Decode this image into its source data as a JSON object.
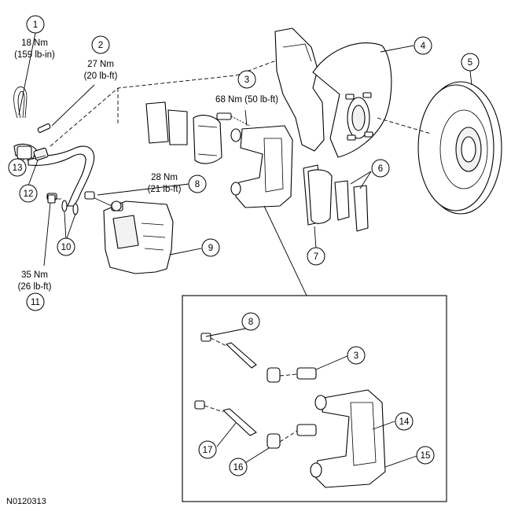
{
  "figure_id": "N0120313",
  "callouts": [
    {
      "key": "c1",
      "number": "1"
    },
    {
      "key": "c2",
      "number": "2"
    },
    {
      "key": "c3a",
      "number": "3"
    },
    {
      "key": "c3b",
      "number": "3"
    },
    {
      "key": "c4",
      "number": "4"
    },
    {
      "key": "c5",
      "number": "5"
    },
    {
      "key": "c6",
      "number": "6"
    },
    {
      "key": "c7",
      "number": "7"
    },
    {
      "key": "c8a",
      "number": "8"
    },
    {
      "key": "c8b",
      "number": "8"
    },
    {
      "key": "c9",
      "number": "9"
    },
    {
      "key": "c10",
      "number": "10"
    },
    {
      "key": "c11",
      "number": "11"
    },
    {
      "key": "c12",
      "number": "12"
    },
    {
      "key": "c13",
      "number": "13"
    },
    {
      "key": "c14",
      "number": "14"
    },
    {
      "key": "c15",
      "number": "15"
    },
    {
      "key": "c16",
      "number": "16"
    },
    {
      "key": "c17",
      "number": "17"
    }
  ],
  "torque_specs": {
    "item1": {
      "metric": "18 Nm",
      "imperial": "(159 lb-in)"
    },
    "item2": {
      "metric": "27 Nm",
      "imperial": "(20 lb-ft)"
    },
    "item3": {
      "text": "68 Nm (50 lb-ft)"
    },
    "item8": {
      "metric": "28 Nm",
      "imperial": "(21 lb-ft)"
    },
    "item11": {
      "metric": "35 Nm",
      "imperial": "(26 lb-ft)"
    }
  }
}
